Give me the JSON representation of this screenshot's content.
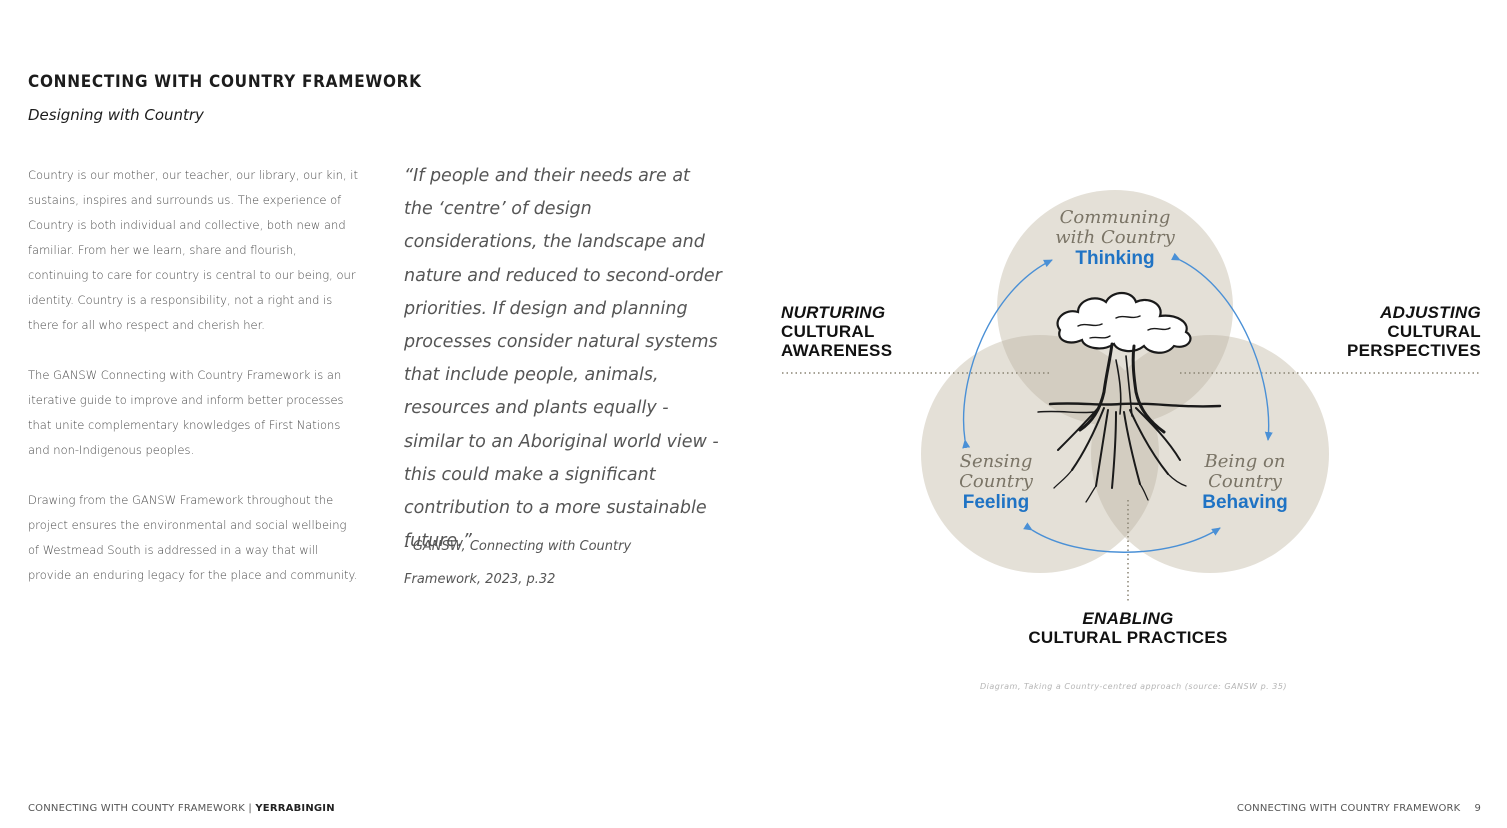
{
  "header": {
    "title": "CONNECTING WITH COUNTRY FRAMEWORK",
    "subtitle": "Designing with Country"
  },
  "body": {
    "paragraphs": [
      "Country is our mother, our teacher, our library, our kin, it sustains, inspires and surrounds us. The experience of Country is both individual and collective, both new and familiar. From her we learn, share and flourish, continuing to care for country is central to our being, our identity. Country is a responsibility, not a right and is there for all who respect and cherish her.",
      "The GANSW Connecting with Country Framework is an iterative guide to improve and inform better processes that unite complementary knowledges of First Nations and non-Indigenous peoples.",
      "Drawing from the GANSW Framework throughout the project ensures the environmental and social wellbeing of Westmead South is addressed in a way that will provide an enduring legacy for the place and community."
    ]
  },
  "quote": {
    "text": "“If people and their needs are at the ‘centre’ of design considerations, the landscape and nature and reduced to second-order priorities. If design and planning processes consider natural systems that include people, animals, resources and plants equally - similar to an Aboriginal world view - this could make a significant contribution to a more sustainable future.”",
    "attribution_line1": "- GANSW, Connecting with Country",
    "attribution_line2": "Framework, 2023, p.32"
  },
  "diagram": {
    "labels": {
      "nurturing": {
        "line1": "NURTURING",
        "line2": "CULTURAL",
        "line3": "AWARENESS"
      },
      "adjusting": {
        "line1": "ADJUSTING",
        "line2": "CULTURAL",
        "line3": "PERSPECTIVES"
      },
      "enabling": {
        "line1": "ENABLING",
        "line2": "CULTURAL PRACTICES"
      }
    },
    "circles": {
      "top": {
        "script1": "Communing",
        "script2": "with Country",
        "keyword": "Thinking"
      },
      "left": {
        "script1": "Sensing",
        "script2": "Country",
        "keyword": "Feeling"
      },
      "right": {
        "script1": "Being on",
        "script2": "Country",
        "keyword": "Behaving"
      }
    },
    "colors": {
      "circle_fill": "#e2ded5",
      "overlap_fill": "#cfc9bd",
      "arrow": "#4a90d6",
      "keyword": "#1f73c4"
    },
    "caption": "Diagram, Taking a Country-centred approach (source: GANSW p. 35)"
  },
  "footer": {
    "left_prefix": "CONNECTING WITH COUNTY FRAMEWORK | ",
    "left_bold": "YERRABINGIN",
    "right_text": "CONNECTING WITH COUNTRY FRAMEWORK",
    "page_number": "9"
  }
}
